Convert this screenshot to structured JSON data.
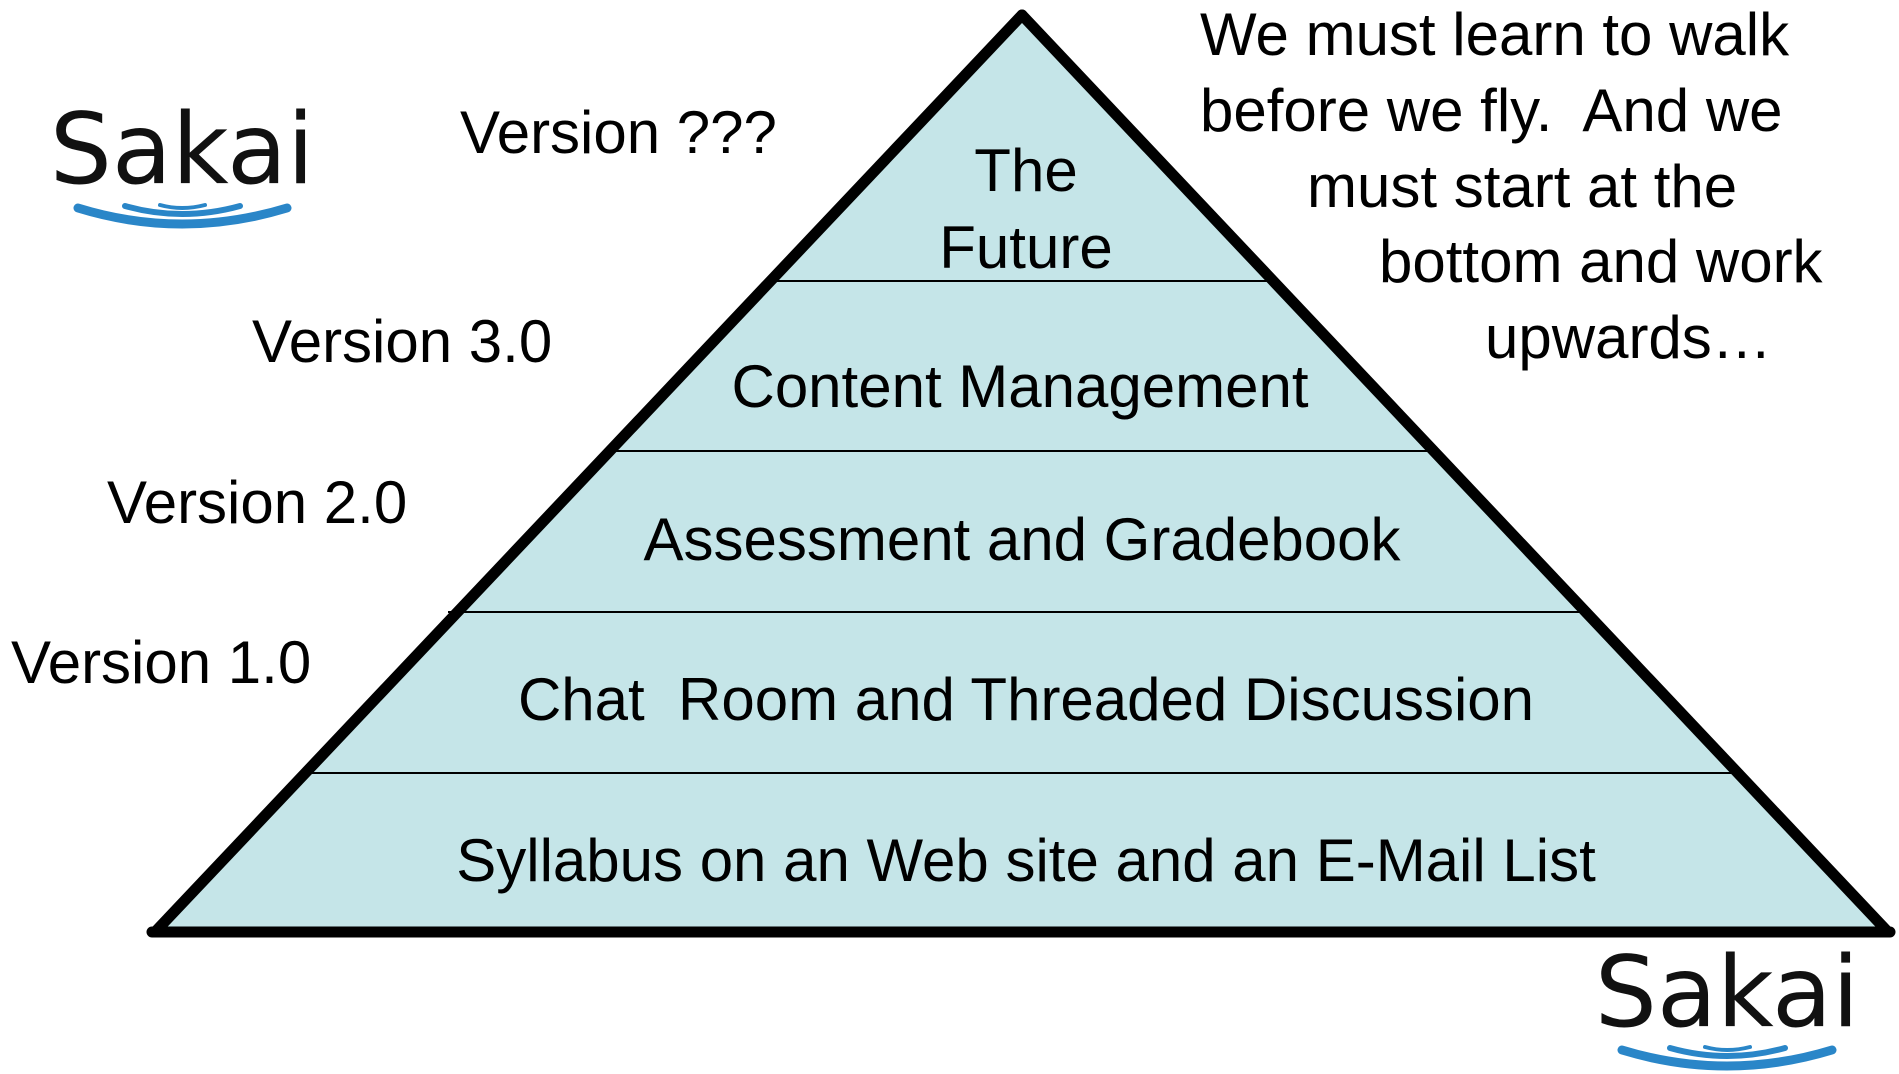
{
  "colors": {
    "pyramid_fill": "#c5e5e8",
    "outline": "#000000",
    "logo_text": "#111111",
    "logo_ripple": "#2a86c8",
    "background": "#ffffff"
  },
  "pyramid": {
    "layers": [
      {
        "lines": [
          "The",
          "Future"
        ]
      },
      {
        "lines": [
          "Content Management"
        ]
      },
      {
        "lines": [
          "Assessment and Gradebook"
        ]
      },
      {
        "lines": [
          "Chat  Room and Threaded Discussion"
        ]
      },
      {
        "lines": [
          "Syllabus on an Web site and an E-Mail List"
        ]
      }
    ]
  },
  "versions": [
    {
      "label": "Version ???"
    },
    {
      "label": "Version 3.0"
    },
    {
      "label": "Version 2.0"
    },
    {
      "label": "Version 1.0"
    }
  ],
  "quote": {
    "lines": [
      "We must learn to walk",
      "before we fly.  And we",
      "must start at the",
      "bottom and work",
      "upwards…"
    ]
  },
  "logos": [
    {
      "text": "Sakai",
      "icon": "ripple-icon"
    },
    {
      "text": "Sakai",
      "icon": "ripple-icon"
    }
  ]
}
